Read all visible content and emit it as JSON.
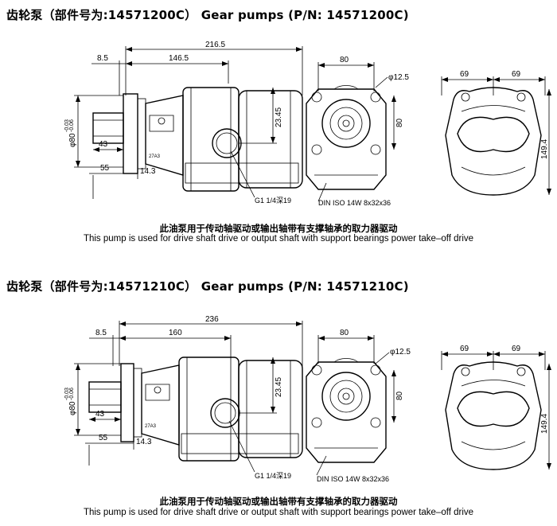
{
  "sections": [
    {
      "title": "齿轮泵（部件号为:14571200C） Gear pumps (P/N: 14571200C)",
      "side": {
        "overall": "216.5",
        "left_offset": "8.5",
        "body": "146.5",
        "shaft_dia": "φ80",
        "tol_top": "-0.03",
        "tol_bot": "-0.06",
        "d43": "43",
        "d55": "55",
        "d14_3": "14.3",
        "d23_45": "23.45",
        "port": "G1 1/4深19",
        "spline": "27A3"
      },
      "front": {
        "width": "80",
        "height": "80",
        "hole": "φ12.5",
        "spline_std": "DIN ISO 14W 8x32x36"
      },
      "back": {
        "left": "69",
        "right": "69",
        "height": "149.4"
      },
      "caption_cn": "此油泵用于传动轴驱动或输出轴带有支撑轴承的取力器驱动",
      "caption_en": "This pump is used for drive shaft drive or output shaft with support bearings power take–off drive"
    },
    {
      "title": "齿轮泵（部件号为:14571210C） Gear pumps (P/N: 14571210C)",
      "side": {
        "overall": "236",
        "left_offset": "8.5",
        "body": "160",
        "shaft_dia": "φ80",
        "tol_top": "-0.03",
        "tol_bot": "-0.06",
        "d43": "43",
        "d55": "55",
        "d14_3": "14.3",
        "d23_45": "23.45",
        "port": "G1 1/4深19",
        "spline": "27A3"
      },
      "front": {
        "width": "80",
        "height": "80",
        "hole": "φ12.5",
        "spline_std": "DIN ISO 14W 8x32x36"
      },
      "back": {
        "left": "69",
        "right": "69",
        "height": "149.4"
      },
      "caption_cn": "此油泵用于传动轴驱动或输出轴带有支撑轴承的取力器驱动",
      "caption_en": "This pump is used for drive shaft drive or output shaft with support bearings power take–off drive"
    }
  ]
}
